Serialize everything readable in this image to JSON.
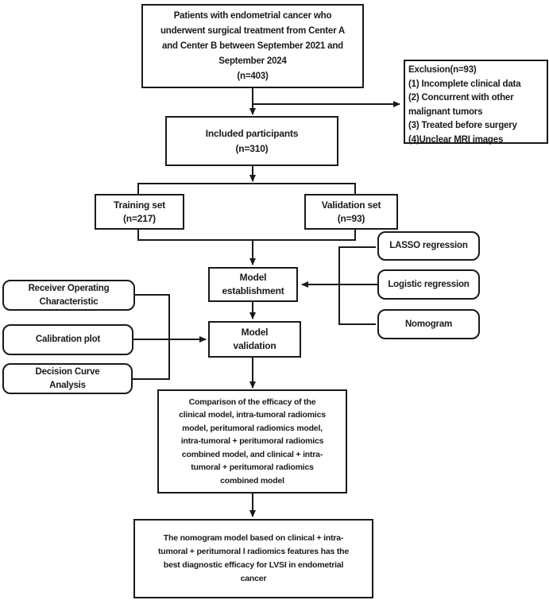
{
  "diagram": {
    "type": "flowchart",
    "colors": {
      "line": "#1a1a1a",
      "background": "#ffffff"
    },
    "nodes": {
      "patients": {
        "text": "Patients with endometrial cancer who\nunderwent surgical treatment from Center A\nand Center B between September 2021 and\nSeptember 2024\n(n=403)"
      },
      "exclusion": {
        "text": "Exclusion(n=93)\n(1) Incomplete clinical data\n(2) Concurrent with other malignant tumors\n(3) Treated before surgery\n(4)Unclear MRI images"
      },
      "included": {
        "text": "Included participants\n(n=310)"
      },
      "training": {
        "text": "Training set\n(n=217)"
      },
      "validation": {
        "text": "Validation set\n(n=93)"
      },
      "model_establishment": {
        "text": "Model\nestablishment"
      },
      "model_validation": {
        "text": "Model\nvalidation"
      },
      "lasso": {
        "text": "LASSO regression"
      },
      "logistic": {
        "text": "Logistic regression"
      },
      "nomogram": {
        "text": "Nomogram"
      },
      "roc": {
        "text": "Receiver Operating\nCharacteristic"
      },
      "calibration": {
        "text": "Calibration plot"
      },
      "dca": {
        "text": "Decision Curve\nAnalysis"
      },
      "comparison": {
        "text": "Comparison of the efficacy of the\nclinical model, intra-tumoral radiomics\nmodel, peritumoral radiomics model,\nintra-tumoral + peritumoral radiomics\ncombined model, and clinical + intra-\ntumoral + peritumoral radiomics\ncombined model"
      },
      "conclusion": {
        "text": "The nomogram model based on clinical + intra-\ntumoral + peritumoral l radiomics features has the\nbest diagnostic efficacy for LVSI in endometrial\ncancer"
      }
    }
  }
}
